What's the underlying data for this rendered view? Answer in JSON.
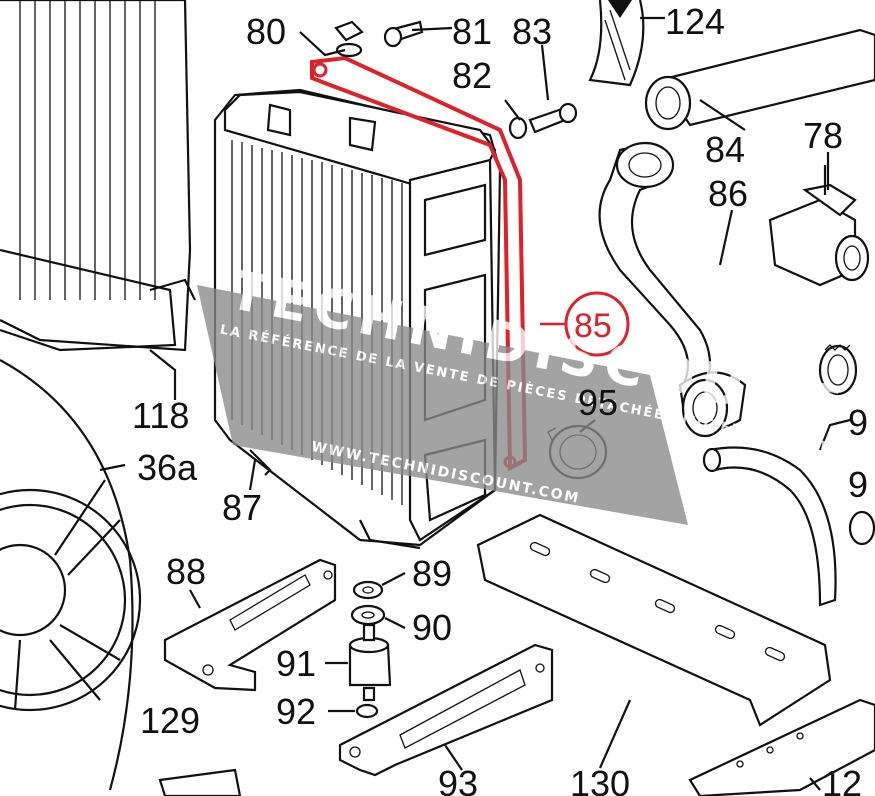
{
  "diagram": {
    "part_labels": [
      {
        "id": "p80",
        "text": "80"
      },
      {
        "id": "p81",
        "text": "81"
      },
      {
        "id": "p83",
        "text": "83"
      },
      {
        "id": "p124",
        "text": "124"
      },
      {
        "id": "p82",
        "text": "82"
      },
      {
        "id": "p84",
        "text": "84"
      },
      {
        "id": "p78",
        "text": "78"
      },
      {
        "id": "p86",
        "text": "86"
      },
      {
        "id": "p95",
        "text": "95"
      },
      {
        "id": "p9a",
        "text": "9"
      },
      {
        "id": "p9b",
        "text": "9"
      },
      {
        "id": "p118",
        "text": "118"
      },
      {
        "id": "p36a",
        "text": "36a"
      },
      {
        "id": "p87",
        "text": "87"
      },
      {
        "id": "p88",
        "text": "88"
      },
      {
        "id": "p89",
        "text": "89"
      },
      {
        "id": "p90",
        "text": "90"
      },
      {
        "id": "p91",
        "text": "91"
      },
      {
        "id": "p92",
        "text": "92"
      },
      {
        "id": "p129",
        "text": "129"
      },
      {
        "id": "p93",
        "text": "93"
      },
      {
        "id": "p130",
        "text": "130"
      },
      {
        "id": "p12",
        "text": "12"
      }
    ],
    "highlighted_part": {
      "text": "85",
      "color": "#e0202a"
    },
    "watermark": {
      "title": "TECHNIDISCOUNT",
      "subtitle": "LA RÉFÉRENCE DE LA VENTE DE PIÈCES DÉTACHÉES MOTEURS TRACTEURS & ENGINS",
      "url": "WWW.TECHNIDISCOUNT.COM",
      "color": "#7a7a7a"
    }
  }
}
